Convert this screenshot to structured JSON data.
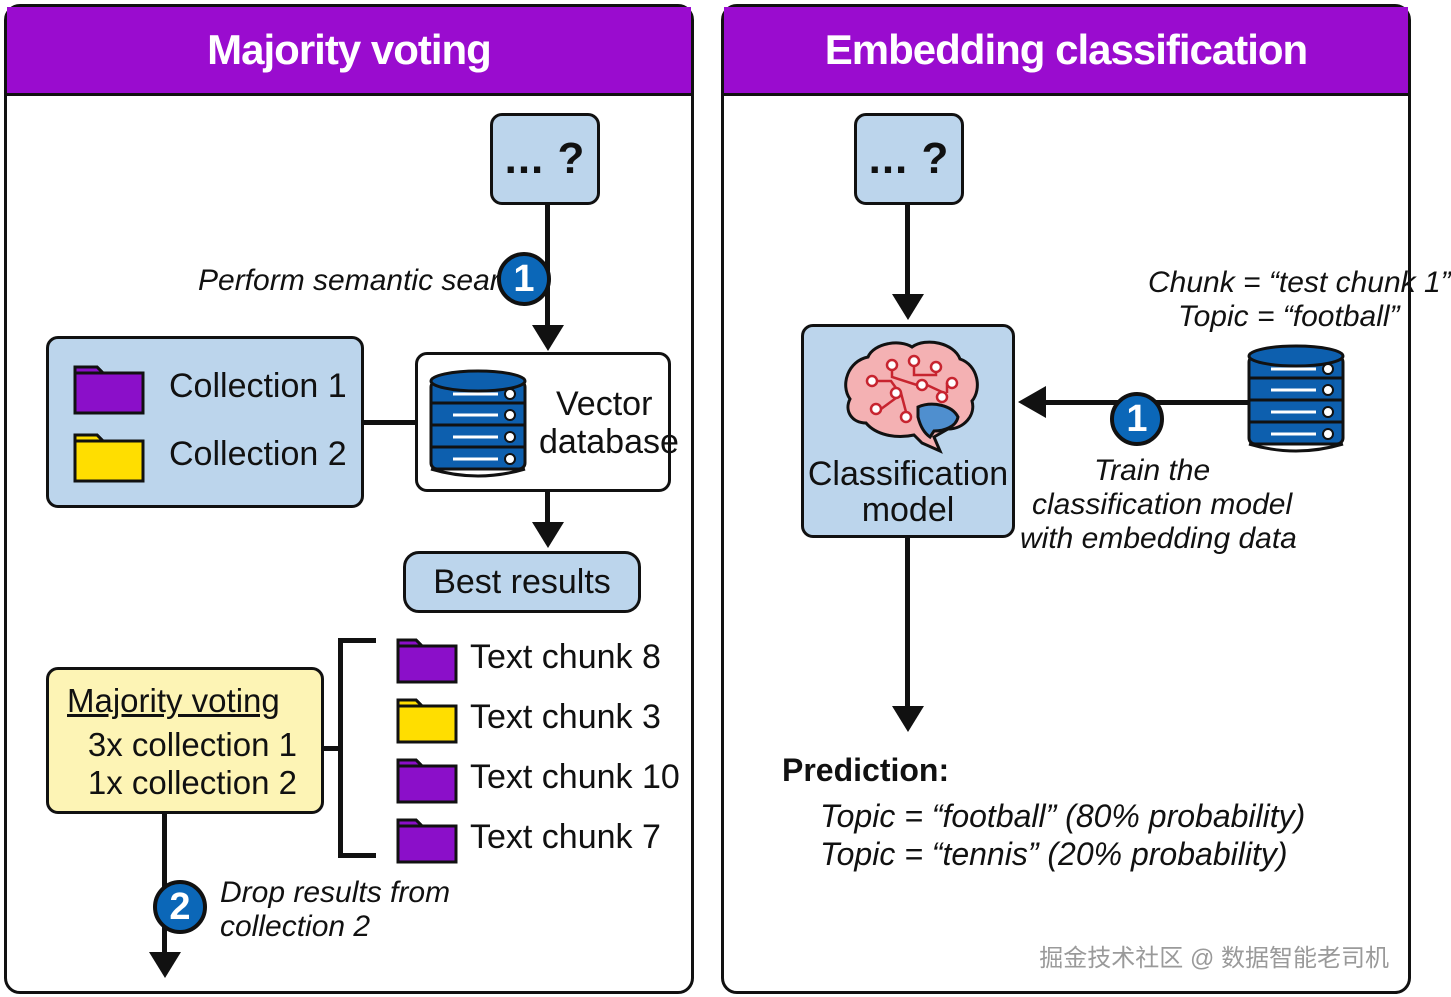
{
  "left_panel": {
    "title": "Majority voting",
    "query_label": "... ?",
    "step1": {
      "number": "1",
      "label": "Perform semantic search"
    },
    "collections": [
      {
        "name": "Collection 1",
        "color": "#8b0fc9"
      },
      {
        "name": "Collection 2",
        "color": "#ffde00"
      }
    ],
    "vector_db_label": [
      "Vector",
      "database"
    ],
    "best_results_label": "Best results",
    "results": [
      {
        "name": "Text chunk 8",
        "color": "#8b0fc9"
      },
      {
        "name": "Text chunk 3",
        "color": "#ffde00"
      },
      {
        "name": "Text chunk 10",
        "color": "#8b0fc9"
      },
      {
        "name": "Text chunk 7",
        "color": "#8b0fc9"
      }
    ],
    "voting_box": {
      "title": "Majority voting",
      "line1": "3x collection 1",
      "line2": "1x collection 2",
      "color": "#fdf4b5"
    },
    "step2": {
      "number": "2",
      "line1": "Drop results from",
      "line2": "collection 2"
    }
  },
  "right_panel": {
    "title": "Embedding classification",
    "query_label": "... ?",
    "model_label": [
      "Classification",
      "model"
    ],
    "training_data": {
      "line1": "Chunk = “test chunk 1”",
      "line2": "Topic = “football”"
    },
    "step1": {
      "number": "1",
      "line1": "Train the",
      "line2": "classification model",
      "line3": "with embedding data"
    },
    "prediction": {
      "heading": "Prediction:",
      "line1": "Topic = “football” (80% probability)",
      "line2": "Topic = “tennis” (20% probability)"
    }
  },
  "watermark": "掘金技术社区 @ 数据智能老司机",
  "colors": {
    "header_purple": "#9a0ccf",
    "box_blue": "#bcd5ec",
    "step_blue": "#0b67b8",
    "db_blue": "#0d5fae"
  }
}
